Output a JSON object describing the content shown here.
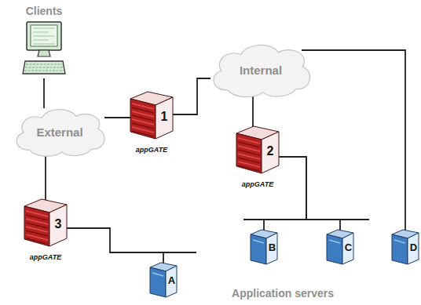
{
  "diagram": {
    "nodes": [
      {
        "text": [
          "Clients"
        ]
      },
      {
        "text": [
          "External"
        ]
      },
      {
        "text": [
          "1",
          "appGATE"
        ]
      },
      {
        "text": [
          "Internal"
        ]
      },
      {
        "text": [
          "2",
          "appGATE"
        ]
      },
      {
        "text": [
          "3",
          "appGATE"
        ]
      },
      {
        "text": [
          "A"
        ]
      },
      {
        "text": [
          "B"
        ]
      },
      {
        "text": [
          "C"
        ]
      },
      {
        "text": [
          "D"
        ]
      }
    ],
    "edges": [
      {
        "from": 0,
        "to": 1,
        "arrow": "none"
      },
      {
        "from": 1,
        "to": 2,
        "arrow": "none"
      },
      {
        "from": 2,
        "to": 3,
        "arrow": "none"
      },
      {
        "from": 3,
        "to": 4,
        "arrow": "none"
      },
      {
        "from": 3,
        "to": 9,
        "arrow": "none"
      },
      {
        "from": 1,
        "to": 5,
        "arrow": "none"
      },
      {
        "from": 5,
        "to": 6,
        "arrow": "none"
      },
      {
        "from": 4,
        "to": 7,
        "arrow": "none"
      },
      {
        "from": 4,
        "to": 8,
        "arrow": "none"
      }
    ],
    "labels": [
      "Application servers"
    ]
  }
}
